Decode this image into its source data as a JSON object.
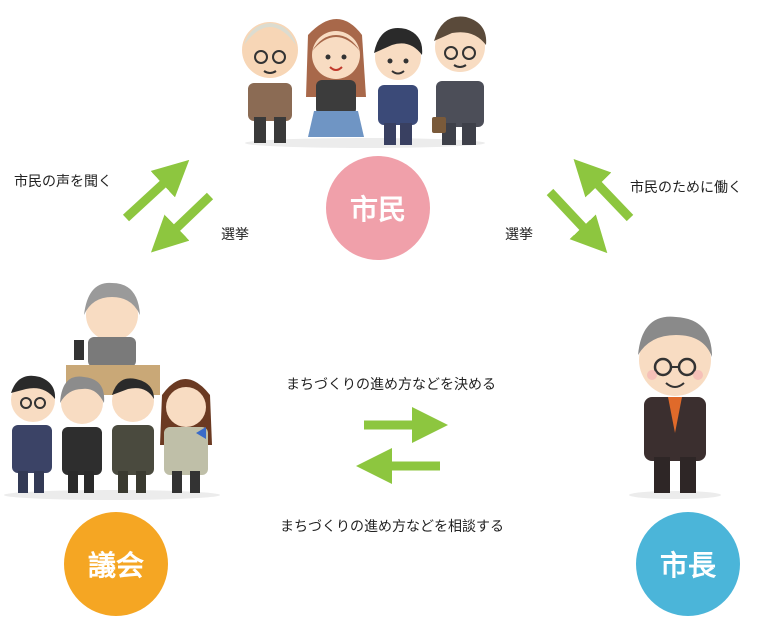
{
  "nodes": {
    "citizens": {
      "label": "市民",
      "color": "#f0a0aa"
    },
    "council": {
      "label": "議会",
      "color": "#f5a623"
    },
    "mayor": {
      "label": "市長",
      "color": "#4bb5d9"
    }
  },
  "relations": {
    "citizens_council_up": "市民の声を聞く",
    "citizens_council_down": "選挙",
    "citizens_mayor_down": "選挙",
    "citizens_mayor_up": "市民のために働く",
    "council_to_mayor": "まちづくりの進め方などを決める",
    "mayor_to_council": "まちづくりの進め方などを相談する"
  },
  "colors": {
    "arrow": "#8dc63f"
  }
}
